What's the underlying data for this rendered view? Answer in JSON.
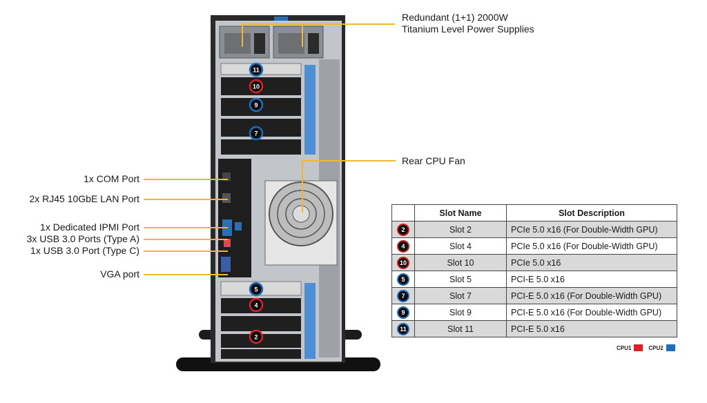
{
  "callouts": {
    "psu_line1": "Redundant (1+1) 2000W",
    "psu_line2": "Titanium Level Power Supplies",
    "rear_fan": "Rear CPU Fan",
    "com_port": "1x COM Port",
    "lan_port": "2x RJ45 10GbE LAN Port",
    "ipmi_port": "1x Dedicated IPMI Port",
    "usb_a": "3x USB 3.0 Ports (Type A)",
    "usb_c": "1x USB 3.0 Port (Type C)",
    "vga_port": "VGA port"
  },
  "server_badges": [
    "11",
    "10",
    "9",
    "7",
    "5",
    "4",
    "2"
  ],
  "table": {
    "headers": [
      "Slot Name",
      "Slot Description"
    ],
    "rows": [
      {
        "badge": "2",
        "cpu": "CPU1",
        "name": "Slot 2",
        "desc": "PCIe 5.0 x16 (For Double-Width GPU)"
      },
      {
        "badge": "4",
        "cpu": "CPU1",
        "name": "Slot 4",
        "desc": "PCIe 5.0 x16 (For Double-Width GPU)"
      },
      {
        "badge": "10",
        "cpu": "CPU1",
        "name": "Slot 10",
        "desc": "PCIe 5.0 x16"
      },
      {
        "badge": "5",
        "cpu": "CPU2",
        "name": "Slot 5",
        "desc": "PCI-E 5.0 x16"
      },
      {
        "badge": "7",
        "cpu": "CPU2",
        "name": "Slot 7",
        "desc": "PCI-E 5.0 x16 (For Double-Width GPU)"
      },
      {
        "badge": "9",
        "cpu": "CPU2",
        "name": "Slot 9",
        "desc": "PCI-E 5.0 x16 (For Double-Width GPU)"
      },
      {
        "badge": "11",
        "cpu": "CPU2",
        "name": "Slot 11",
        "desc": "PCI-E 5.0 x16"
      }
    ]
  },
  "legend": {
    "cpu1_label": "CPU1",
    "cpu2_label": "CPU2",
    "cpu1_color": "#e31e24",
    "cpu2_color": "#1d6fc4"
  },
  "colors": {
    "callout_line": "#f2b632",
    "chassis": "#b9bcc1",
    "slot_accent": "#1f8ad6"
  }
}
